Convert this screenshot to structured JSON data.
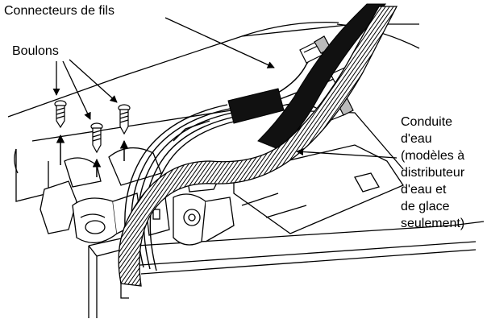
{
  "labels": {
    "wire_connectors": "Connecteurs de fils",
    "bolts": "Boulons",
    "water_line": [
      "Conduite",
      "d'eau",
      "(modèles à",
      "distributeur",
      "d'eau et",
      "de glace",
      "seulement)"
    ]
  },
  "colors": {
    "line": "#000000",
    "background": "#ffffff",
    "cable": "#111111",
    "shadow": "#9a9a9a"
  }
}
